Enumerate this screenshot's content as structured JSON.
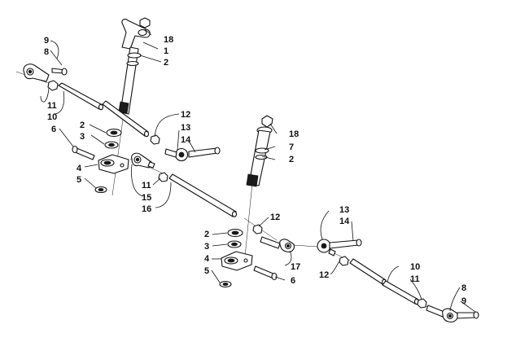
{
  "callouts": [
    {
      "id": "c-9a",
      "label": "9"
    },
    {
      "id": "c-8a",
      "label": "8"
    },
    {
      "id": "c-11a",
      "label": "11"
    },
    {
      "id": "c-10a",
      "label": "10"
    },
    {
      "id": "c-18a",
      "label": "18"
    },
    {
      "id": "c-1",
      "label": "1"
    },
    {
      "id": "c-2a",
      "label": "2"
    },
    {
      "id": "c-2b",
      "label": "2"
    },
    {
      "id": "c-3a",
      "label": "3"
    },
    {
      "id": "c-6a",
      "label": "6"
    },
    {
      "id": "c-4a",
      "label": "4"
    },
    {
      "id": "c-5a",
      "label": "5"
    },
    {
      "id": "c-12a",
      "label": "12"
    },
    {
      "id": "c-13a",
      "label": "13"
    },
    {
      "id": "c-14a",
      "label": "14"
    },
    {
      "id": "c-11b",
      "label": "11"
    },
    {
      "id": "c-15",
      "label": "15"
    },
    {
      "id": "c-16",
      "label": "16"
    },
    {
      "id": "c-18b",
      "label": "18"
    },
    {
      "id": "c-7",
      "label": "7"
    },
    {
      "id": "c-2c",
      "label": "2"
    },
    {
      "id": "c-12b",
      "label": "12"
    },
    {
      "id": "c-2d",
      "label": "2"
    },
    {
      "id": "c-3b",
      "label": "3"
    },
    {
      "id": "c-4b",
      "label": "4"
    },
    {
      "id": "c-5b",
      "label": "5"
    },
    {
      "id": "c-17",
      "label": "17"
    },
    {
      "id": "c-6b",
      "label": "6"
    },
    {
      "id": "c-13b",
      "label": "13"
    },
    {
      "id": "c-14b",
      "label": "14"
    },
    {
      "id": "c-12c",
      "label": "12"
    },
    {
      "id": "c-10b",
      "label": "10"
    },
    {
      "id": "c-11c",
      "label": "11"
    },
    {
      "id": "c-8b",
      "label": "8"
    },
    {
      "id": "c-9b",
      "label": "9"
    }
  ]
}
